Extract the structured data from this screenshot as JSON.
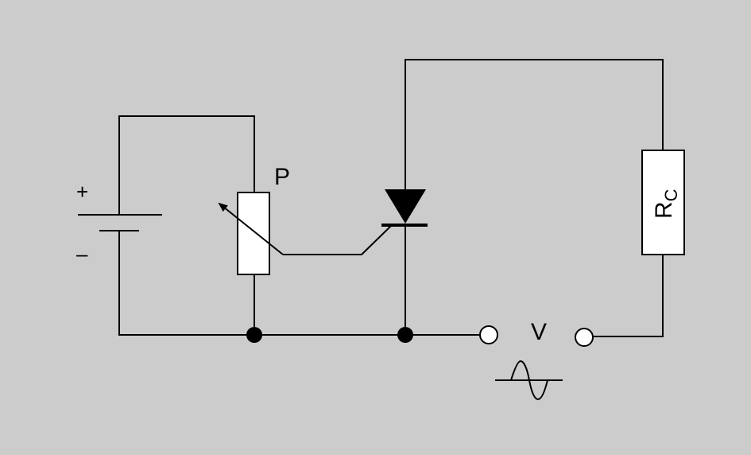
{
  "diagram": {
    "labels": {
      "potentiometer": "P",
      "plus_sign": "+",
      "minus_sign": "–",
      "supply_voltage": "V",
      "load_resistor_main": "R",
      "load_resistor_sub": "C"
    },
    "colors": {
      "background": "#cccccc",
      "wire": "#000000",
      "component_fill": "#ffffff"
    }
  }
}
